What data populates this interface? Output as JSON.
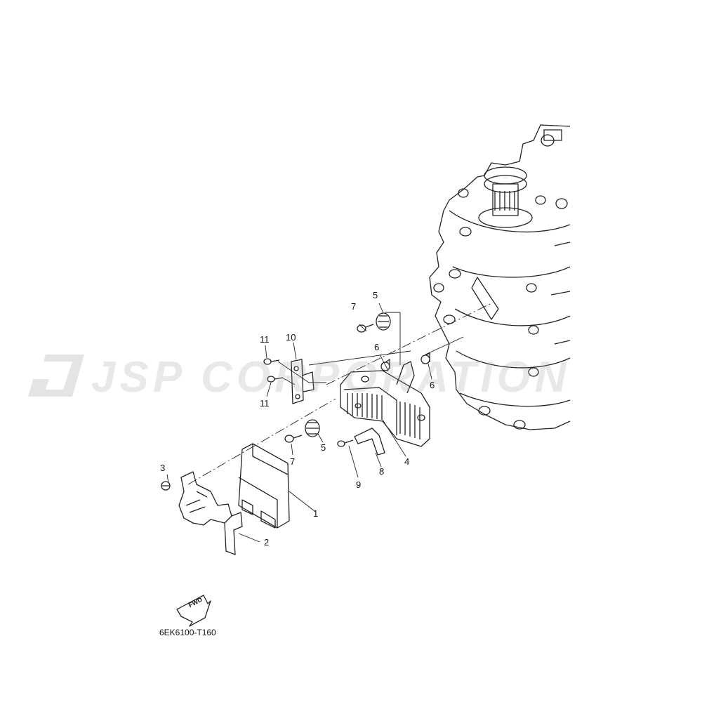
{
  "watermark": {
    "text": "JSP CORPORATION"
  },
  "diagram": {
    "part_code": "6EK6100-T160",
    "fwd_label": "FWD",
    "callouts": [
      "1",
      "2",
      "3",
      "4",
      "5",
      "5",
      "6",
      "6",
      "7",
      "7",
      "8",
      "9",
      "10",
      "11",
      "11"
    ]
  }
}
